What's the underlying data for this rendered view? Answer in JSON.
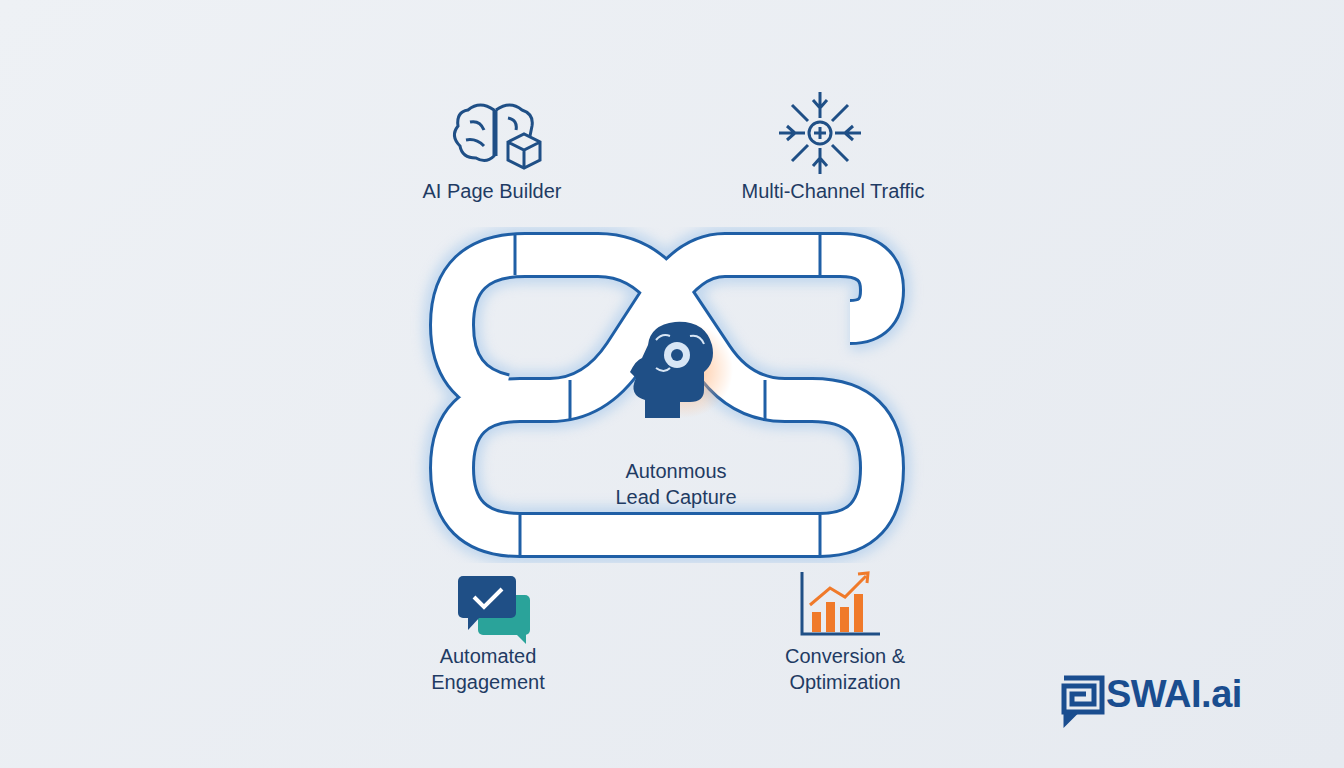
{
  "diagram": {
    "labels": [
      "AI Page Builder",
      "Multi-Channel Traffic",
      "Autonmous Lead Capture",
      "Automated Engagement",
      "Conversion & Optimization",
      "SWAI.ai"
    ]
  }
}
